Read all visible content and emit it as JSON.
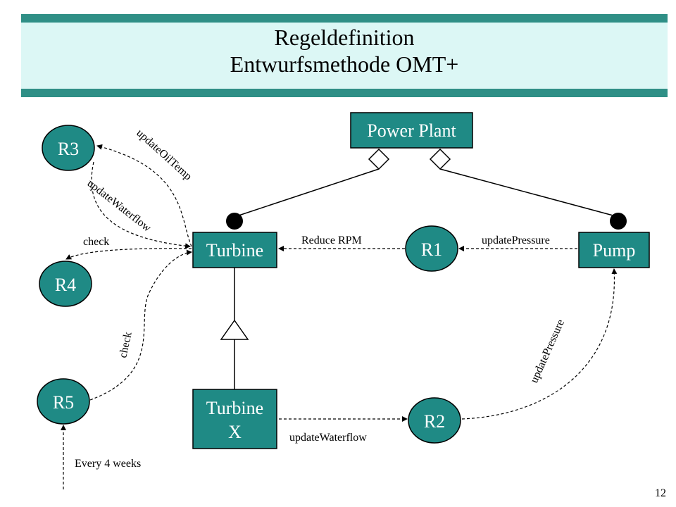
{
  "title": {
    "line1": "Regeldefinition",
    "line2": "Entwurfsmethode OMT+"
  },
  "classes": {
    "power_plant": "Power Plant",
    "turbine": "Turbine",
    "pump": "Pump",
    "turbine_x_line1": "Turbine",
    "turbine_x_line2": "X"
  },
  "rules": {
    "r1": "R1",
    "r2": "R2",
    "r3": "R3",
    "r4": "R4",
    "r5": "R5"
  },
  "edge_labels": {
    "reduce_rpm": "Reduce RPM",
    "update_pressure_pump": "updatePressure",
    "update_pressure_r2": "updatePressure",
    "update_waterflow_r2": "updateWaterflow",
    "update_oil_temp": "updateOilTemp",
    "update_waterflow_r3": "updateWaterflow",
    "check_r4": "check",
    "check_r5": "check",
    "every_4_weeks": "Every 4 weeks"
  },
  "colors": {
    "node_fill": "#1f8a85",
    "band_bar": "#2f8f86",
    "band_panel": "#dcf7f5"
  },
  "page_number": "12"
}
